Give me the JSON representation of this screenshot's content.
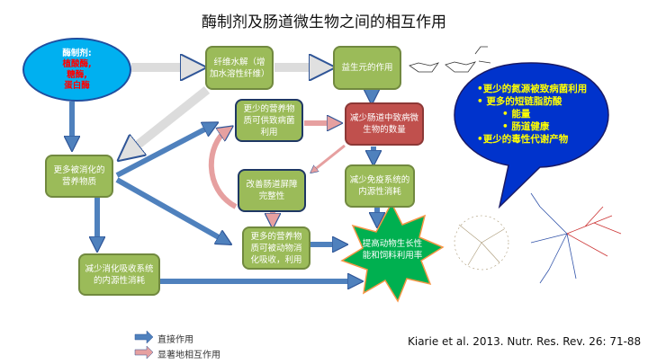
{
  "title": "酶制剂及肠道微生物之间的相互作用",
  "enzyme": {
    "heading": "酶制剂:",
    "items": [
      "植酸酶,",
      "糖酶,",
      "蛋白酶"
    ]
  },
  "boxes": {
    "fiber": "纤维水解（增加水溶性纤维）",
    "prebiotic": "益生元的作用",
    "less_nutrients": "更少的营养物质可供致病菌利用",
    "reduce_pathogen": "减少肠道中致病微生物的数量",
    "more_digested": "更多被消化的营养物质",
    "barrier": "改善肠道屏障完整性",
    "immune": "减少免疫系统的内源性消耗",
    "more_absorbed": "更多的营养物质可被动物消化吸收，利用",
    "digestive": "减少消化吸收系统的内源性消耗",
    "performance": "提高动物生长性能和饲料利用率"
  },
  "bubble": [
    "•更少的氮源被致病菌利用",
    "• 更多的短链脂肪酸",
    "• 能量",
    "• 肠道健康",
    "•更少的毒性代谢产物"
  ],
  "legend": {
    "direct": "直接作用",
    "interaction": "显著地相互作用"
  },
  "citation": "Kiarie et al. 2013. Nutr. Res. Rev. 26: 71-88",
  "colors": {
    "blue_arrow": "#4f81bd",
    "pink_arrow": "#e6a0a0",
    "green": "#9bbb59",
    "red": "#c0504d",
    "star": "#00b050",
    "bubble": "#0033cc"
  }
}
